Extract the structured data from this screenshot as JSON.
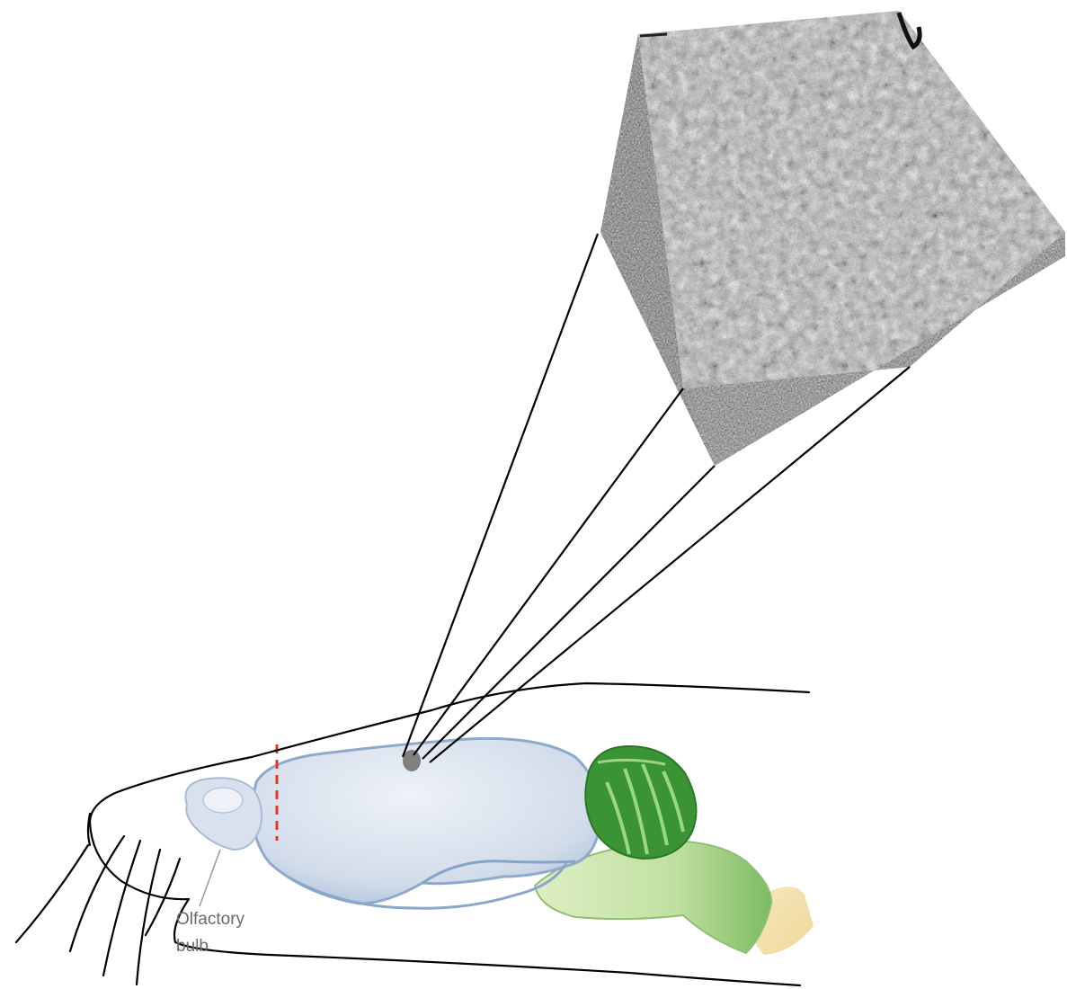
{
  "labels": {
    "olfactory_bulb_line1": "Olfactory",
    "olfactory_bulb_line2": "bulb"
  },
  "colors": {
    "background": "#ffffff",
    "outline": "#000000",
    "cerebrum_fill": "#d4dde9",
    "cerebrum_edge": "#7e9fc6",
    "cerebellum_fill": "#2f8a2c",
    "cerebellum_light": "#8fcf79",
    "brainstem_fill": "#d9ebb8",
    "spinal_fill": "#f2e2b0",
    "cut_line": "#e03a1e",
    "em_block_dark": "#6e6e6e",
    "em_block_light": "#b9b9b9"
  },
  "icons": {
    "tissue_block": "electron-microscopy-tissue-cube",
    "brain": "rodent-brain-sagittal-view",
    "head": "rodent-head-outline"
  }
}
